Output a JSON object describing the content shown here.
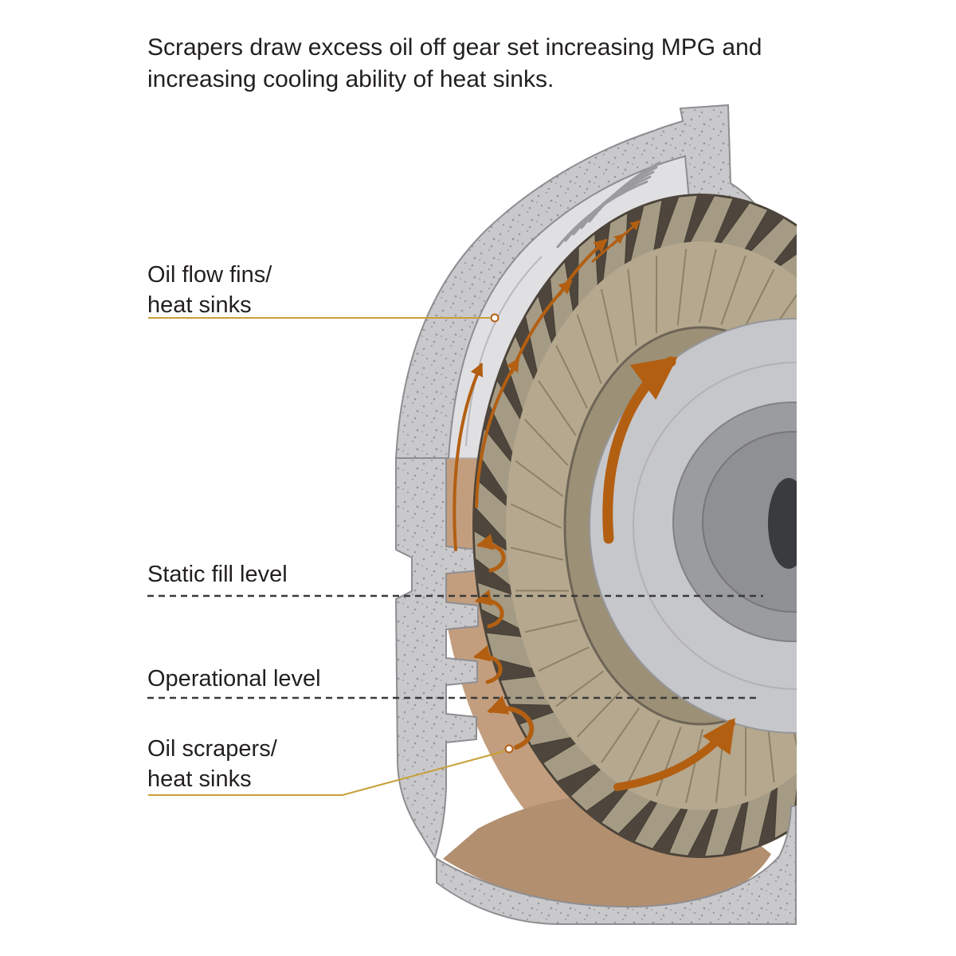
{
  "caption": "Scrapers draw excess oil off gear set increasing MPG and\nincreasing cooling ability of heat sinks.",
  "labels": {
    "oil_flow_fins": "Oil flow fins/\nheat sinks",
    "static_fill_level": "Static fill level",
    "operational_level": "Operational level",
    "oil_scrapers": "Oil scrapers/\nheat sinks"
  },
  "icons": {
    "flow_arrows": "orange-flow-arrow-icons",
    "scraper_swirls": "orange-swirl-arrow-icons"
  },
  "colors": {
    "text": "#231f20",
    "accent_orange": "#b35f12",
    "leader_yellow": "#c79f35",
    "dash": "#3a3a3a",
    "housing_gray": "#c9c9cc",
    "housing_outline": "#8e8e92",
    "oil_tan": "#c29e7e",
    "gear_tooth": "#a59a84",
    "gear_root": "#4e463c",
    "gear_face": "#b5a88e",
    "disc_gray": "#c6c7ca",
    "hub_gray": "#9b9ca0",
    "bore_dark": "#3a3b3f"
  }
}
